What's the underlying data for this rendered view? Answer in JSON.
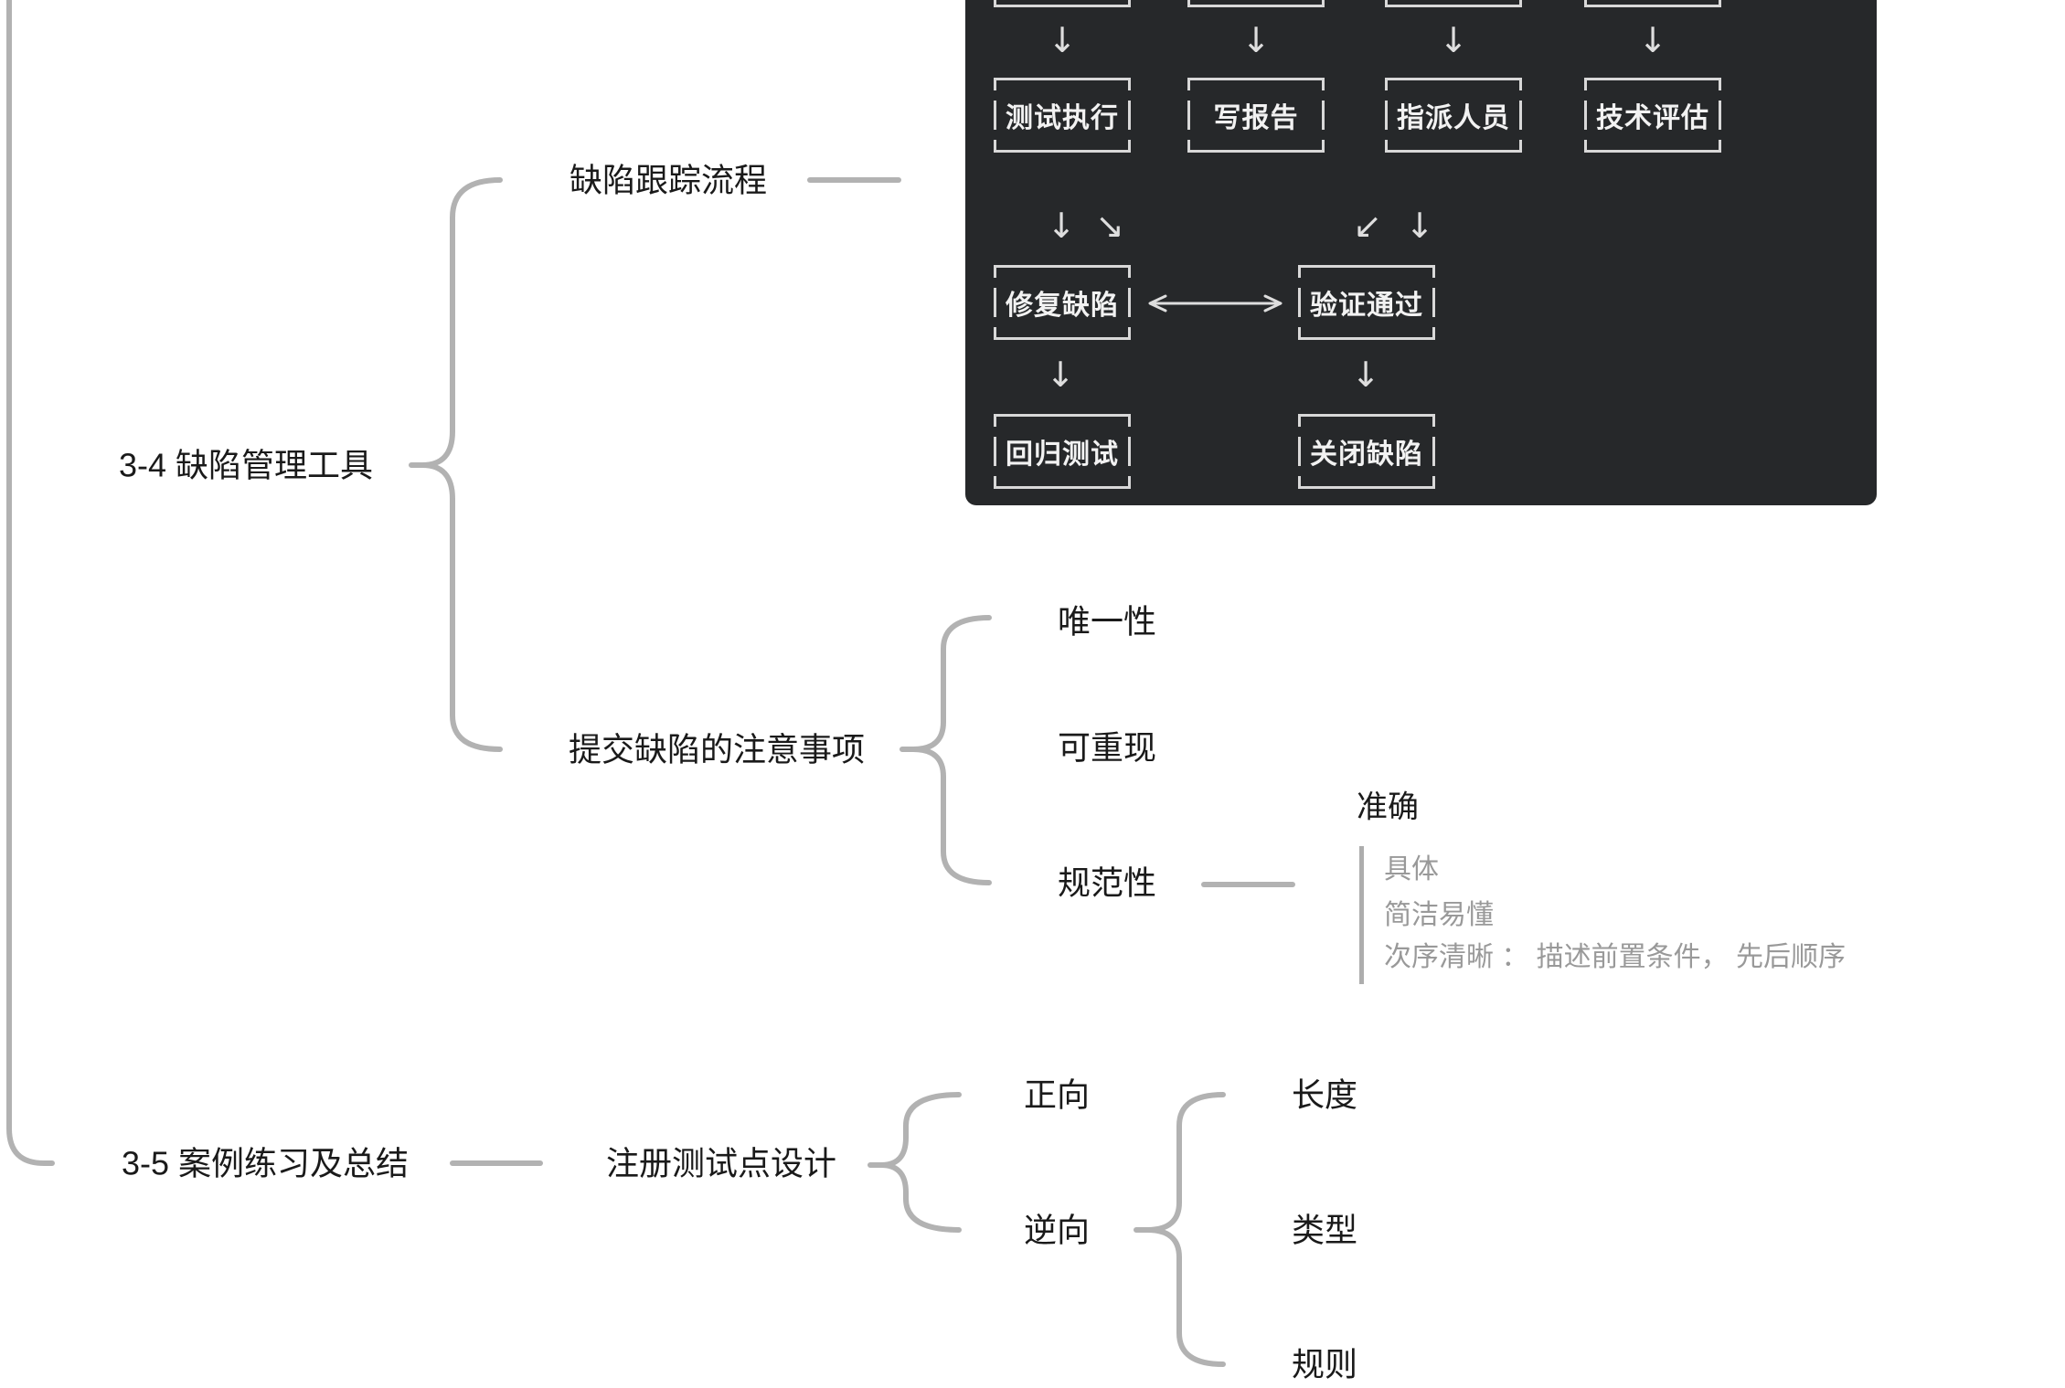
{
  "palette": {
    "page_bg": "#ffffff",
    "panel_bg": "#26282a",
    "box_border": "#d8d8d8",
    "box_text": "#f2f2f2",
    "arrow": "#dedede",
    "node_text": "#1a1a1a",
    "muted_text": "#999999",
    "connector": "#b2b2b2"
  },
  "icons": {
    "down_arrow": "↓",
    "down_right_arrow": "↘",
    "down_left_arrow": "↙"
  },
  "mindmap": {
    "node_34": "3-4 缺陷管理工具",
    "tracking": "缺陷跟踪流程",
    "submit_notes": "提交缺陷的注意事项",
    "submit_children": [
      "唯一性",
      "可重现",
      "规范性"
    ],
    "spec_first": "准确",
    "spec_items": [
      "具体",
      "简洁易懂",
      "次序清晰 ： 描述前置条件， 先后顺序"
    ],
    "node_35": "3-5 案例练习及总结",
    "register": "注册测试点设计",
    "register_children": [
      "正向",
      "逆向"
    ],
    "reverse_children": [
      "长度",
      "类型",
      "规则"
    ]
  },
  "flowchart": {
    "row2": [
      "测试执行",
      "写报告",
      "指派人员",
      "技术评估"
    ],
    "row3": [
      "修复缺陷",
      "验证通过"
    ],
    "row4": [
      "回归测试",
      "关闭缺陷"
    ]
  }
}
